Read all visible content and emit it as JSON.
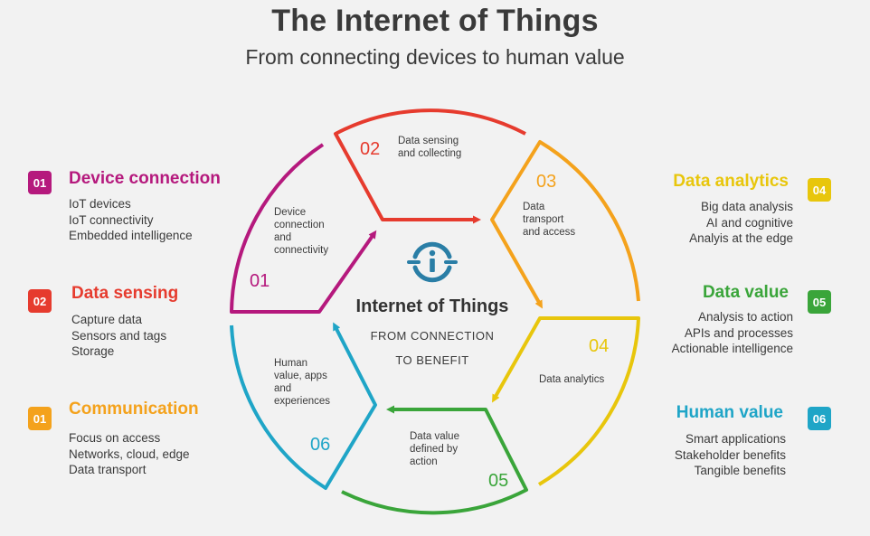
{
  "header": {
    "title": "The Internet of Things",
    "subtitle": "From connecting devices to human value"
  },
  "center": {
    "title": "Internet of Things",
    "line1": "FROM CONNECTION",
    "line2": "TO BENEFIT"
  },
  "colors": {
    "magenta": "#b5197d",
    "red": "#e63b2e",
    "orange": "#f4a21c",
    "yellow": "#e8c60c",
    "green": "#3aa53a",
    "cyan": "#1fa5c7",
    "logo": "#2a7ea6"
  },
  "segments": [
    {
      "num": "01",
      "lines": [
        "Device",
        "connection",
        "and",
        "connectivity"
      ]
    },
    {
      "num": "02",
      "lines": [
        "Data sensing",
        "and collecting"
      ]
    },
    {
      "num": "03",
      "lines": [
        "Data",
        "transport",
        "and access"
      ]
    },
    {
      "num": "04",
      "lines": [
        "Data analytics"
      ]
    },
    {
      "num": "05",
      "lines": [
        "Data value",
        "defined by",
        "action"
      ]
    },
    {
      "num": "06",
      "lines": [
        "Human",
        "value, apps",
        "and",
        "experiences"
      ]
    }
  ],
  "left": [
    {
      "badge": "01",
      "title": "Device connection",
      "items": [
        "IoT devices",
        "IoT connectivity",
        "Embedded intelligence"
      ]
    },
    {
      "badge": "02",
      "title": "Data sensing",
      "items": [
        "Capture data",
        "Sensors and tags",
        "Storage"
      ]
    },
    {
      "badge": "01",
      "title": "Communication",
      "items": [
        "Focus on access",
        "Networks, cloud, edge",
        "Data transport"
      ]
    }
  ],
  "right": [
    {
      "badge": "04",
      "title": "Data analytics",
      "items": [
        "Big data analysis",
        "AI and cognitive",
        "Analyis at the edge"
      ]
    },
    {
      "badge": "05",
      "title": "Data value",
      "items": [
        "Analysis to action",
        "APIs and processes",
        "Actionable intelligence"
      ]
    },
    {
      "badge": "06",
      "title": "Human value",
      "items": [
        "Smart applications",
        "Stakeholder benefits",
        "Tangible benefits"
      ]
    }
  ]
}
